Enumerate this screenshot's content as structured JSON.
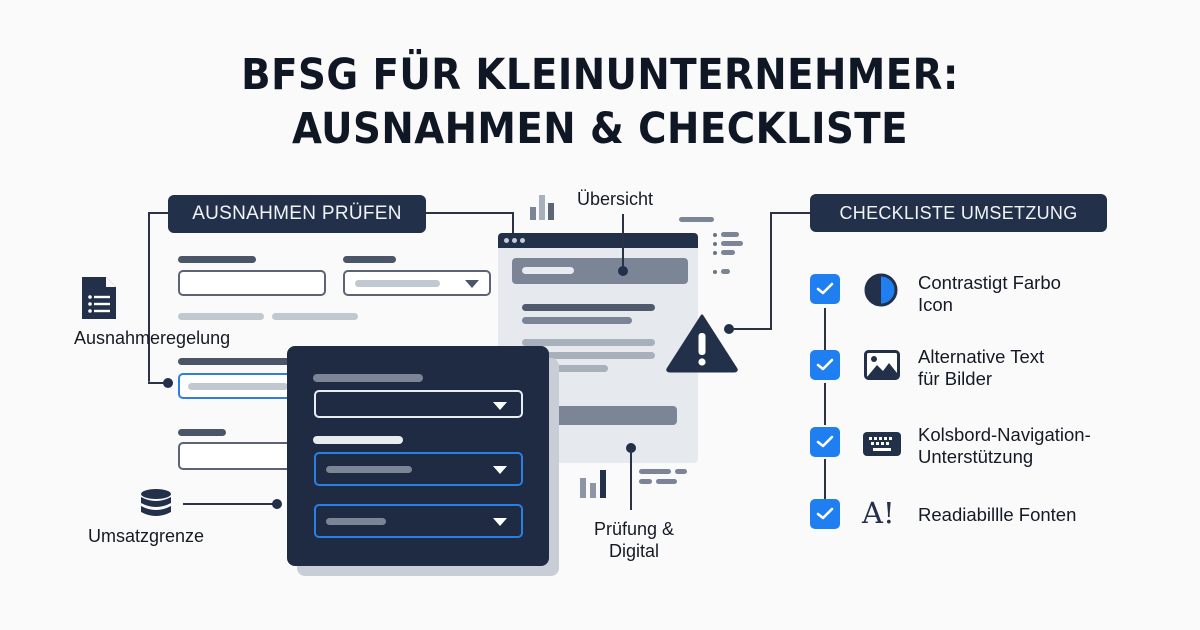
{
  "title": {
    "line1": "BFSG FÜR KLEINUNTERNEHMER:",
    "line2": "AUSNAHMEN & CHECKLISTE"
  },
  "left_section": {
    "header": "AUSNAHMEN PRÜFEN",
    "callouts": [
      {
        "label": "Ausnahmeregelung",
        "icon": "document-list-icon"
      },
      {
        "label": "Umsatzgrenze",
        "icon": "database-stack-icon"
      }
    ]
  },
  "center_section": {
    "top_label": "Übersicht",
    "bottom_label_line1": "Prüfung &",
    "bottom_label_line2": "Digital",
    "warning_icon": "warning-triangle-icon"
  },
  "right_section": {
    "header": "CHECKLISTE UMSETZUNG",
    "items": [
      {
        "line1": "Contrastigt Farbo",
        "line2": "Icon",
        "icon": "contrast-icon",
        "checked": true
      },
      {
        "line1": "Alternative Text",
        "line2": "für Bilder",
        "icon": "image-icon",
        "checked": true
      },
      {
        "line1": "Kolsbord-Navigation-",
        "line2": "Unterstützung",
        "icon": "keyboard-icon",
        "checked": true
      },
      {
        "line1": "Readiabillle Fonten",
        "line2": "",
        "icon": "font-icon",
        "icon_text": "A!",
        "checked": true
      }
    ]
  },
  "colors": {
    "navy": "#22304a",
    "accent_blue": "#1f7ff0",
    "background": "#fafafa"
  }
}
